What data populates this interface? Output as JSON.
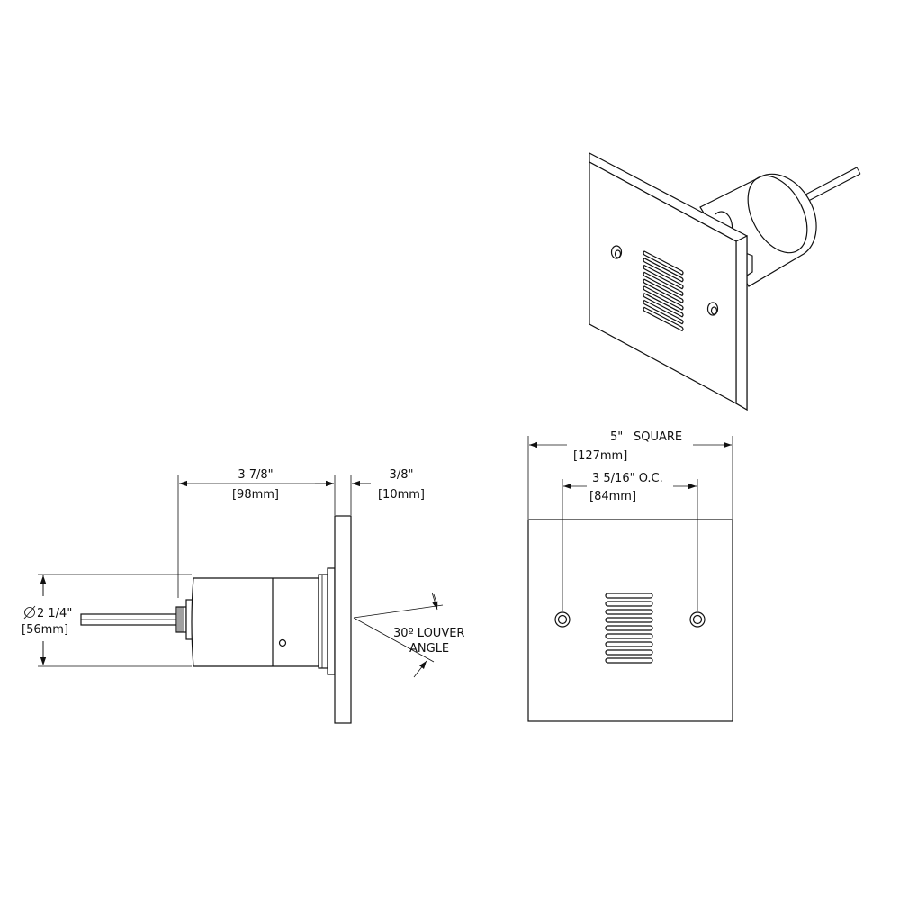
{
  "dimensions": {
    "body_length_in": "3 7/8\"",
    "body_length_mm": "[98mm]",
    "plate_thickness_in": "3/8\"",
    "plate_thickness_mm": "[10mm]",
    "diameter_in": "2 1/4\"",
    "diameter_mm": "[56mm]",
    "louver_angle_line1": "30º LOUVER",
    "louver_angle_line2": "ANGLE",
    "plate_size_in": "5\"",
    "plate_size_word": "SQUARE",
    "plate_size_mm": "[127mm]",
    "hole_spacing_in": "3 5/16\" O.C.",
    "hole_spacing_mm": "[84mm]"
  },
  "louver_slot_count": 9
}
